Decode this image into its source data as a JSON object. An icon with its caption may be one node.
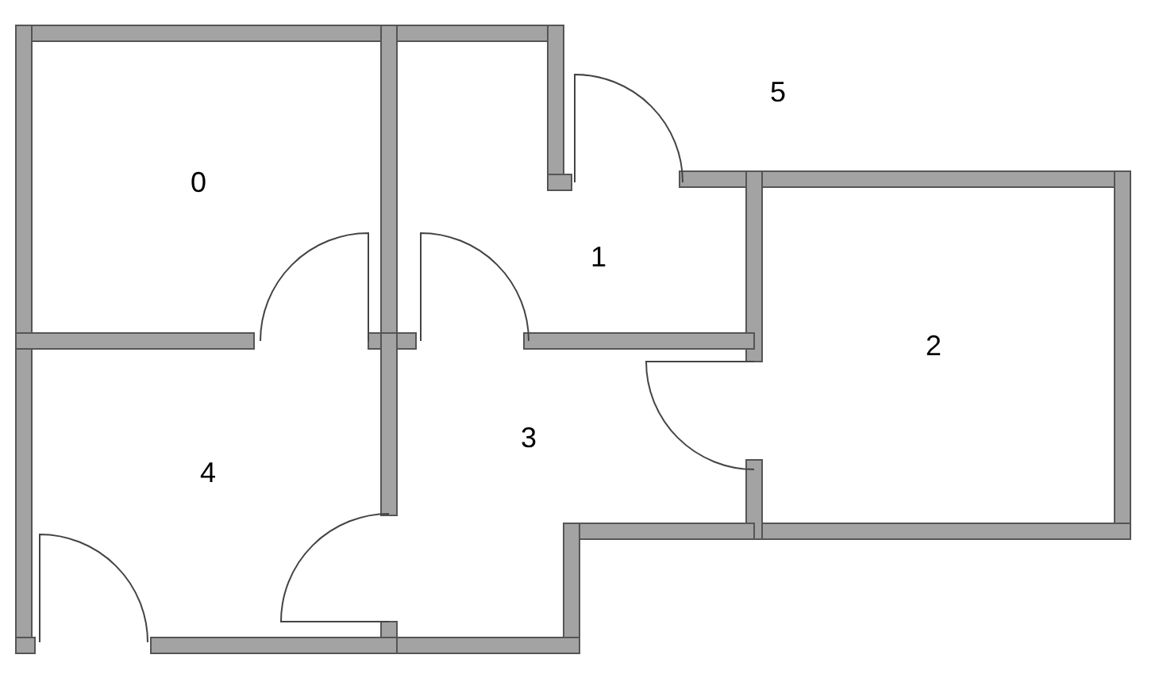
{
  "diagram": {
    "labels": [
      "5",
      "0",
      "1",
      "2",
      "3",
      "4"
    ]
  }
}
